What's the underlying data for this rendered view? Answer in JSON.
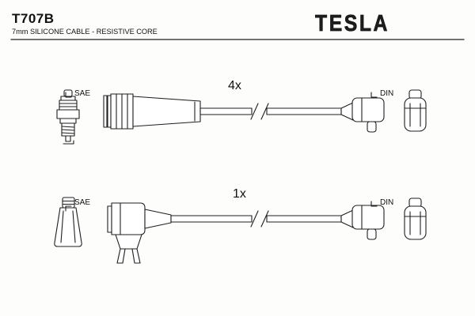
{
  "header": {
    "title": "T707B",
    "subtitle": "7mm SILICONE CABLE - RESISTIVE CORE",
    "brand": "TESLA"
  },
  "diagram": {
    "rows": [
      {
        "qty": "4x",
        "plug_label": "SAE",
        "terminal_label": "DIN"
      },
      {
        "qty": "1x",
        "plug_label": "SAE",
        "terminal_label": "DIN"
      }
    ]
  },
  "colors": {
    "ink": "#1f1f1f",
    "paper": "#fdfdfb"
  }
}
